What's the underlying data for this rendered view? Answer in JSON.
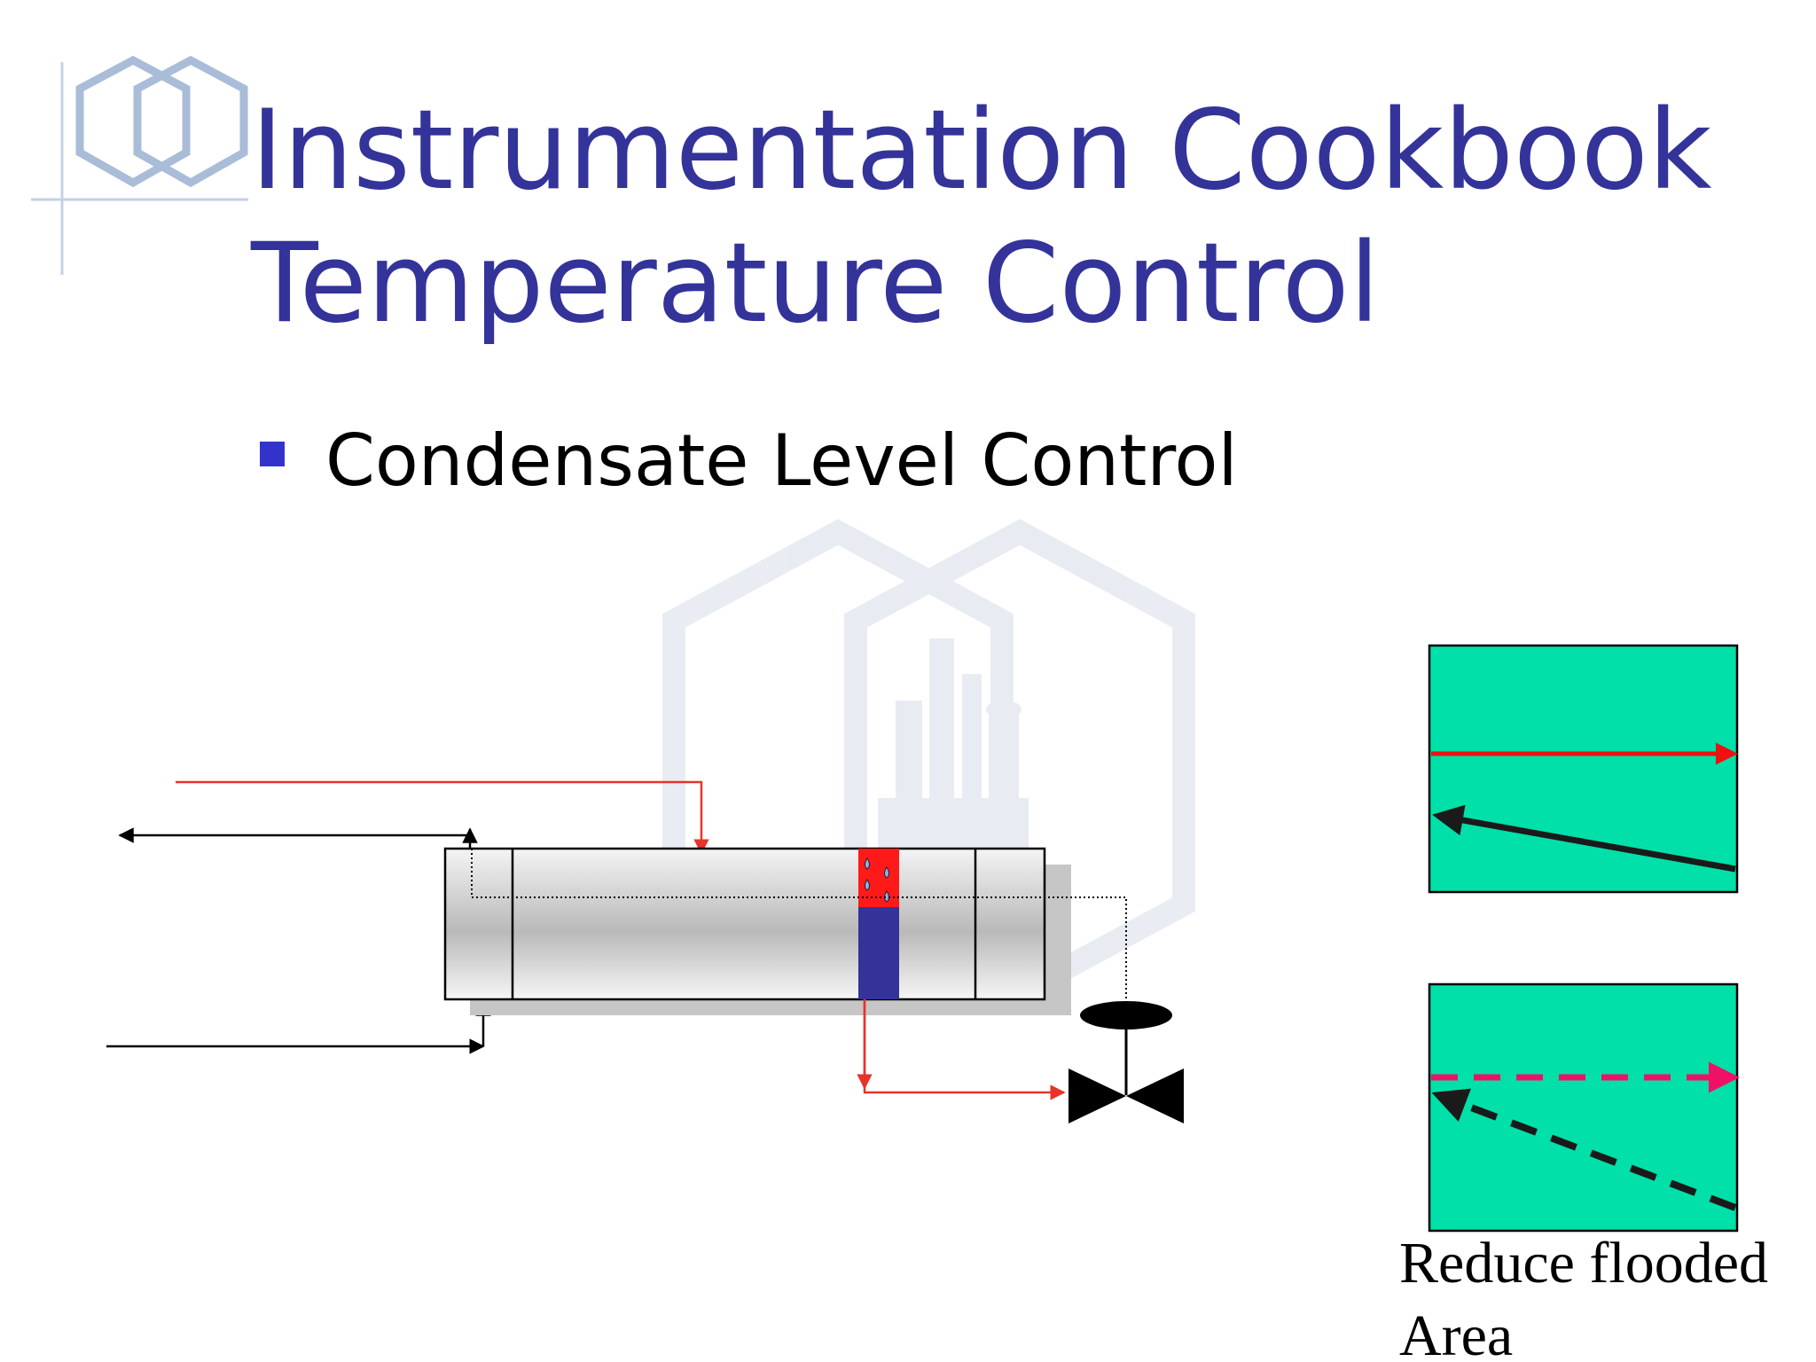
{
  "title": {
    "line1": "Instrumentation Cookbook",
    "line2": "Temperature Control"
  },
  "bullets": [
    {
      "text": "Condensate Level Control"
    }
  ],
  "caption": {
    "line1": "Reduce flooded",
    "line2": "Area"
  },
  "colors": {
    "title": "#33339a",
    "bullet_marker": "#3333cc",
    "logo_outline": "#a9bcd8",
    "watermark": "#dfe5ee",
    "steam_line": "#e8332a",
    "condensate_liquid": "#333399",
    "steam_zone": "#ff1a1a",
    "panel_fill": "#00e0a8",
    "panel_arrow_top": "#ee1111",
    "panel_arrow_dashed": "#ee1166",
    "process_line": "#000000"
  },
  "icons": {
    "logo": "double-hexagon-logo-icon",
    "watermark": "refinery-hexagon-watermark-icon",
    "valve": "control-valve-icon",
    "droplets": "condensate-droplet-icon"
  }
}
